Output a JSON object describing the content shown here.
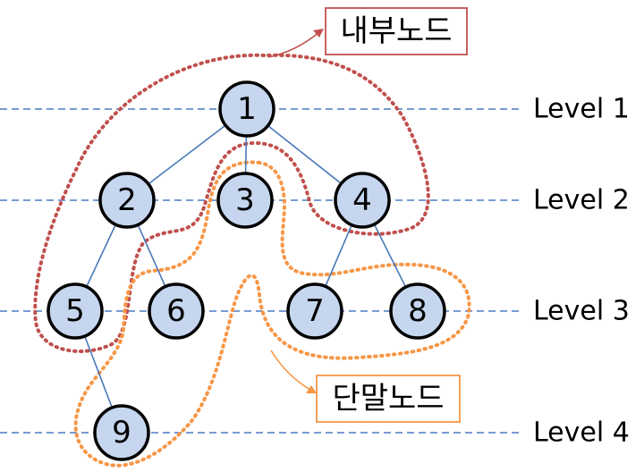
{
  "levels": [
    {
      "label": "Level 1"
    },
    {
      "label": "Level 2"
    },
    {
      "label": "Level 3"
    },
    {
      "label": "Level 4"
    }
  ],
  "nodes": [
    {
      "label": "1"
    },
    {
      "label": "2"
    },
    {
      "label": "3"
    },
    {
      "label": "4"
    },
    {
      "label": "5"
    },
    {
      "label": "6"
    },
    {
      "label": "7"
    },
    {
      "label": "8"
    },
    {
      "label": "9"
    }
  ],
  "edges": [
    [
      "1",
      "2"
    ],
    [
      "1",
      "3"
    ],
    [
      "1",
      "4"
    ],
    [
      "2",
      "5"
    ],
    [
      "2",
      "6"
    ],
    [
      "4",
      "7"
    ],
    [
      "4",
      "8"
    ],
    [
      "5",
      "9"
    ]
  ],
  "callouts": {
    "internal": {
      "label": "내부노드",
      "color": "#c0504d"
    },
    "leaf": {
      "label": "단말노드",
      "color": "#f79646"
    }
  },
  "colors": {
    "node_fill": "#c5d6ee",
    "edge": "#4a7ab8",
    "level_line": "#4a7bc4"
  }
}
